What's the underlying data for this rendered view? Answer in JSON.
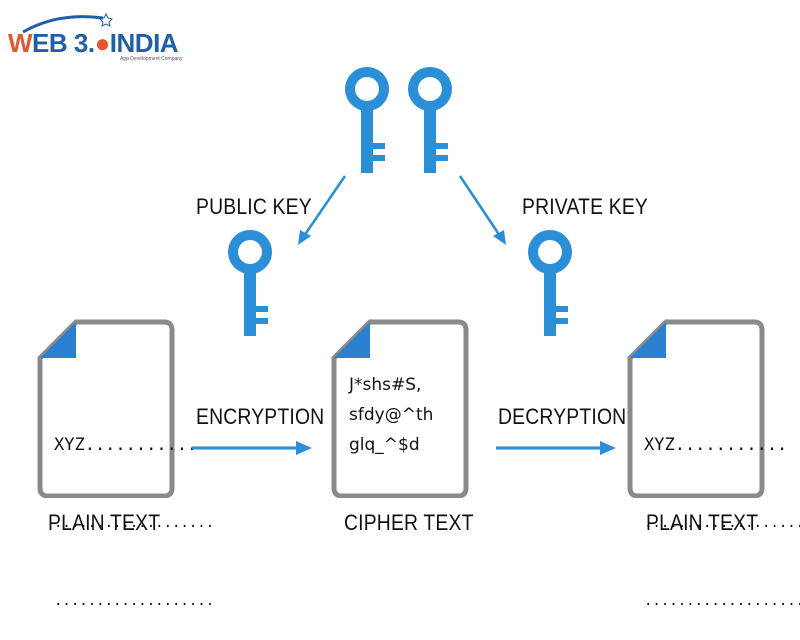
{
  "logo": {
    "text": "WEB 3.0 INDIA",
    "tagline": "App Development Company"
  },
  "keys": {
    "public_label": "PUBLIC KEY",
    "private_label": "PRIVATE KEY"
  },
  "flow": {
    "encryption_label": "ENCRYPTION",
    "decryption_label": "DECRYPTION"
  },
  "documents": {
    "left": {
      "caption": "PLAIN TEXT",
      "lines": [
        "XYZ...........",
        "...................",
        "..................."
      ]
    },
    "middle": {
      "caption": "CIPHER TEXT",
      "lines": [
        "J*shs#S,",
        "sfdy@^th",
        "glq_^$d"
      ]
    },
    "right": {
      "caption": "PLAIN TEXT",
      "lines": [
        "XYZ...........",
        "...................",
        "..................."
      ]
    }
  },
  "colors": {
    "key_blue": "#2b8fd8",
    "doc_border": "#8a8a8a",
    "fold_blue": "#2b80d1"
  }
}
